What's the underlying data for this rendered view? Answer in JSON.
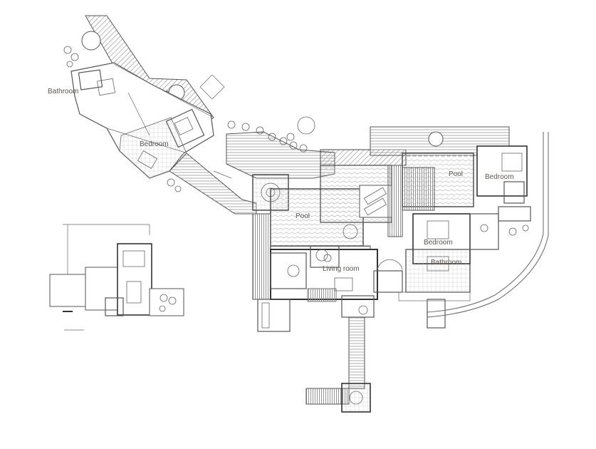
{
  "labels": {
    "bathroom_nw": "Bathroom",
    "bedroom_nw": "Bedroom",
    "pool_main": "Pool",
    "living_room": "Living room",
    "pool_east": "Pool",
    "bedroom_east": "Bedroom",
    "bedroom_center": "Bedroom",
    "bathroom_center": "Bathroom"
  },
  "colors": {
    "line": "#555555",
    "hatch": "#8a8a8a",
    "label": "#5b5650",
    "background": "#ffffff"
  }
}
